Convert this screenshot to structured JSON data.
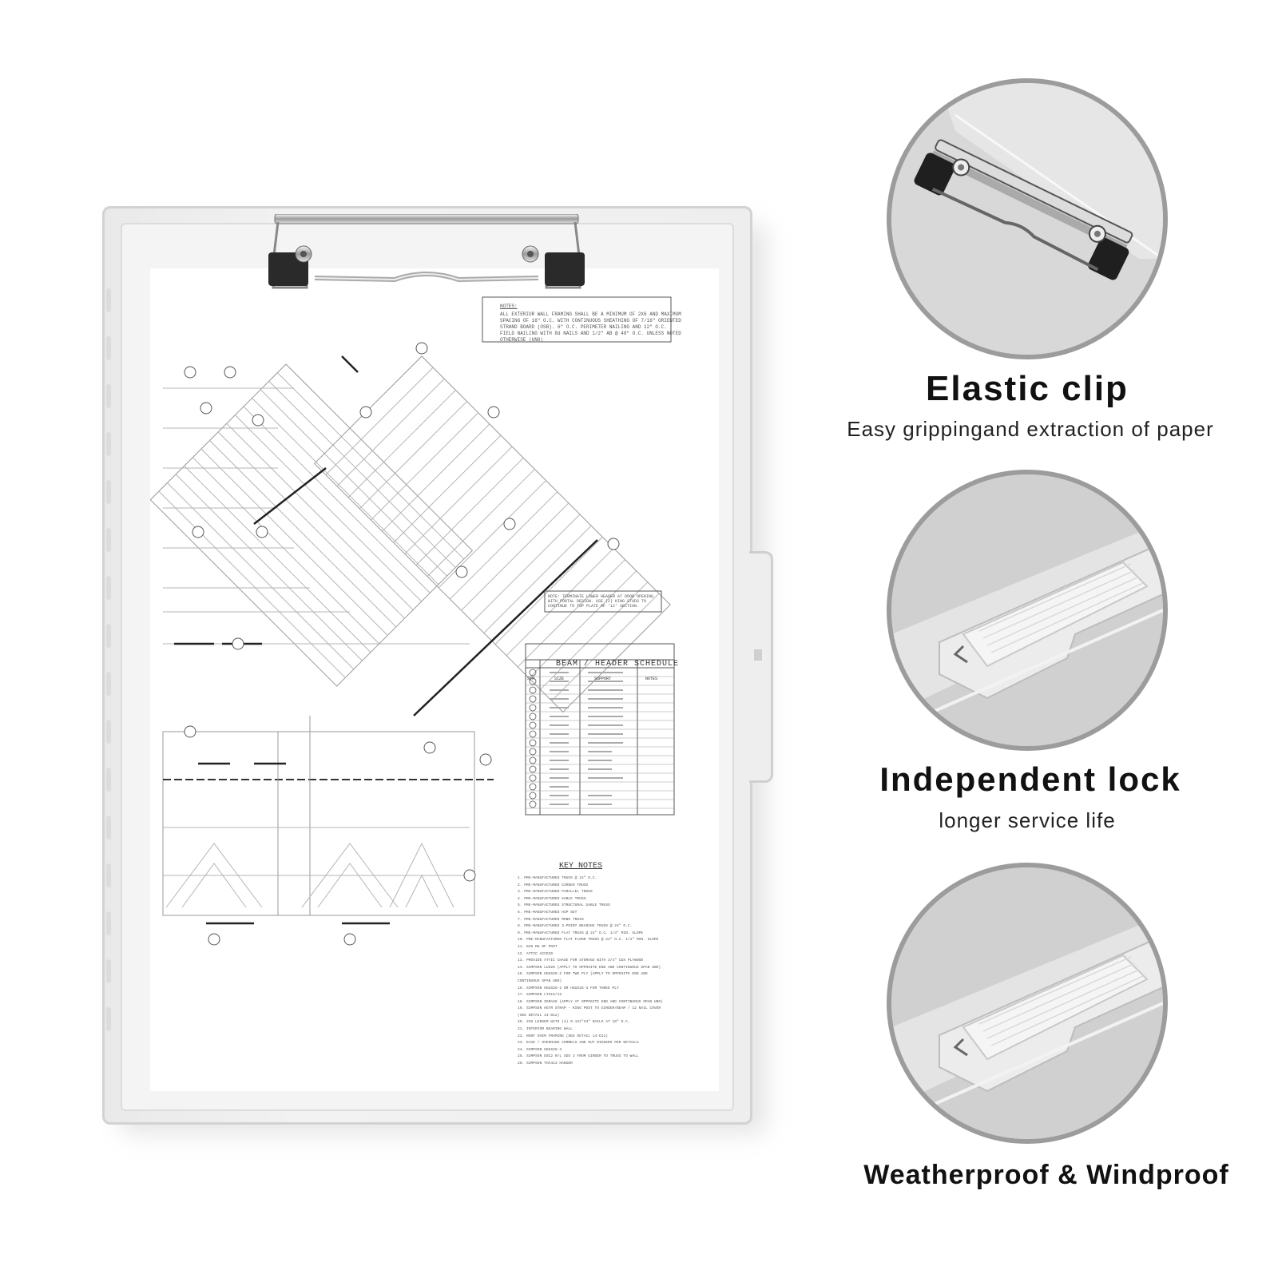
{
  "features": [
    {
      "title": "Elastic clip",
      "subtitle": "Easy grippingand extraction of paper"
    },
    {
      "title": "Independent lock",
      "subtitle": "longer service life"
    },
    {
      "title": "Weatherproof & Windproof",
      "subtitle": ""
    }
  ],
  "blueprint": {
    "notes_label": "NOTES:",
    "notes_text": "ALL EXTERIOR WALL FRAMING SHALL BE A MINIMUM OF 2X6 AND MAXIMUM SPACING OF 16\" O.C. WITH CONTINUOUS SHEATHING OF 7/16\" ORIENTED STRAND BOARD (OSB). 6\" O.C. PERIMETER NAILING AND 12\" O.C. FIELD NAILING WITH 8d NAILS AND 1/2\" AB @ 48\" O.C. UNLESS NOTED OTHERWISE (UNO)",
    "callout": "NOTE: TERMINATE LOWER HEADER AT DOOR OPENING WITH PORTAL DESIGN. USE (2) KING STUDS TO CONTINUE TO TOP PLATE OF '12' SECTION.",
    "schedule_title": "BEAM / HEADER SCHEDULE",
    "schedule_headers": [
      "SYM",
      "SIZE",
      "SUPPORT",
      "NOTES"
    ],
    "keynotes_title": "KEY NOTES",
    "keynotes": [
      "1.  PRE-MANUFACTURED TRUSS @ 24\" O.C.",
      "2.  PRE-MANUFACTURED GIRDER TRUSS",
      "3.  PRE-MANUFACTURED PARALLEL TRUSS",
      "4.  PRE-MANUFACTURED GABLE TRUSS",
      "5.  PRE-MANUFACTURED STRUCTURAL GABLE TRUSS",
      "6.  PRE-MANUFACTURED HIP SET",
      "7.  PRE-MANUFACTURED MONO TRUSS",
      "8.  PRE-MANUFACTURED 3-POINT BEARING TRUSS @ 24\" O.C.",
      "9.  PRE-MANUFACTURED FLAT TRUSS @ 24\" O.C. 1/4\" MIN. SLOPE",
      "10. PRE-MANUFACTURED FLAT FLOOR TRUSS @ 24\" O.C. 1/4\" MIN. SLOPE",
      "11. 6X6 RS DF POST",
      "12. ATTIC ACCESS",
      "13. PROVIDE ATTIC CHASE FOR STORAGE WITH 3/4\" CDX PLYWOOD",
      "14. SIMPSON LUS26 (APPLY TO OPPOSITE END AND CONTINUOUS SPAN UNO)",
      "15. SIMPSON HGUS26-2 FOR TWO PLY (APPLY TO OPPOSITE END AND",
      "    CONTINUOUS SPAN UNO)",
      "16. SIMPSON HGUS26-2 OR HGUS26-3 FOR THREE PLY",
      "17. SIMPSON LTS12/12",
      "18. SIMPSON SGRA26 (APPLY AT OPPOSITE END AND CONTINUOUS SPAN UNO)",
      "19. SIMPSON HGTR STRAP - KING POST TO GIRDER/BEAM / 12 NAIL COVER",
      "    (SEE DETAIL 14-D12)",
      "20. 2X6 LEDGER WITH (4) 0.131\"X3\" NAILS AT 16\" O.C.",
      "21. INTERIOR BEARING WALL",
      "22. ROOF OVER FRAMING (SEE DETAIL 14-D12)",
      "23. EAVE / OVERHANG CORBELS AND OUT RIGGERS PER DETAILS",
      "24. SIMPSON HGUS28-3",
      "25. SIMPSON DSC2 R/L SDS 3 FROM GIRDER TO TRUSS TO WALL",
      "26. SIMPSON THA413 HANGER"
    ]
  },
  "colors": {
    "circle_border": "#9c9c9c",
    "text": "#111111",
    "board": "#eeeeee"
  }
}
